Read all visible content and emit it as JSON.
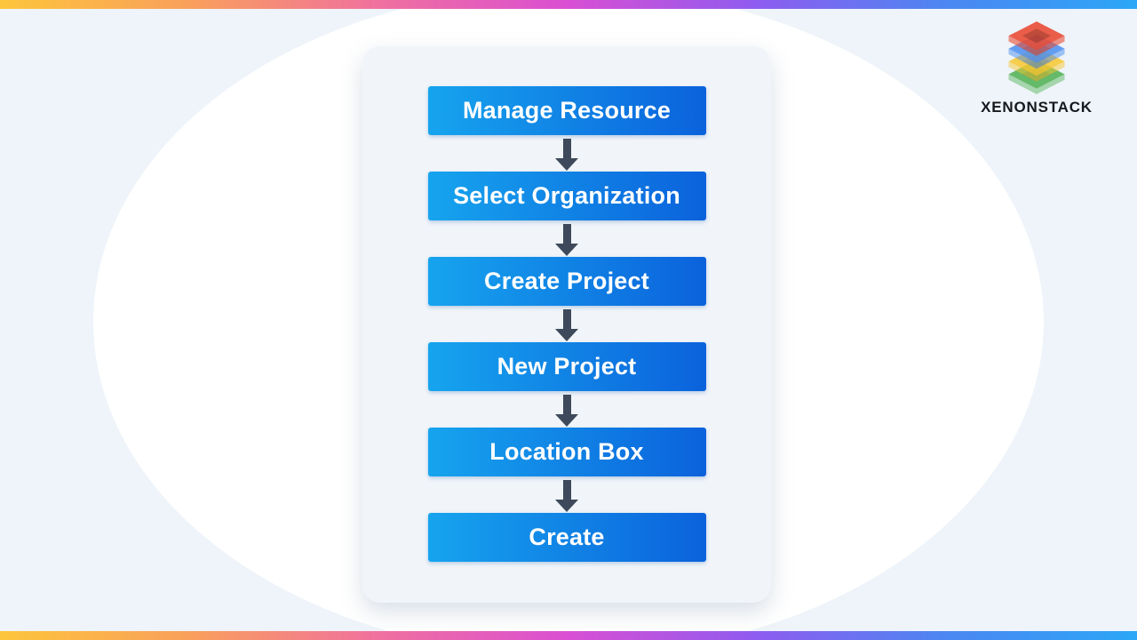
{
  "page": {
    "background": "#eef4f9",
    "ellipse_color": "#ffffff",
    "border_gradient": [
      "#fdc53c",
      "#f9a05c",
      "#f0709f",
      "#d94fd3",
      "#8e5cf0",
      "#4b87f2",
      "#2ba7f7"
    ]
  },
  "brand": {
    "wordmark": "XENONSTACK",
    "logo_icon": "stacked-layers-icon",
    "logo_layer_colors": {
      "red": "#e94c35",
      "blue": "#4a8df0",
      "yellow": "#f7c52f",
      "green": "#4caf50"
    }
  },
  "flowchart": {
    "steps": [
      "Manage Resource",
      "Select Organization",
      "Create Project",
      "New Project",
      "Location Box",
      "Create"
    ],
    "box_gradient_from": "#16a4ee",
    "box_gradient_to": "#0b62dc",
    "arrow_color": "#3e4a5b",
    "text_color": "#ffffff"
  }
}
